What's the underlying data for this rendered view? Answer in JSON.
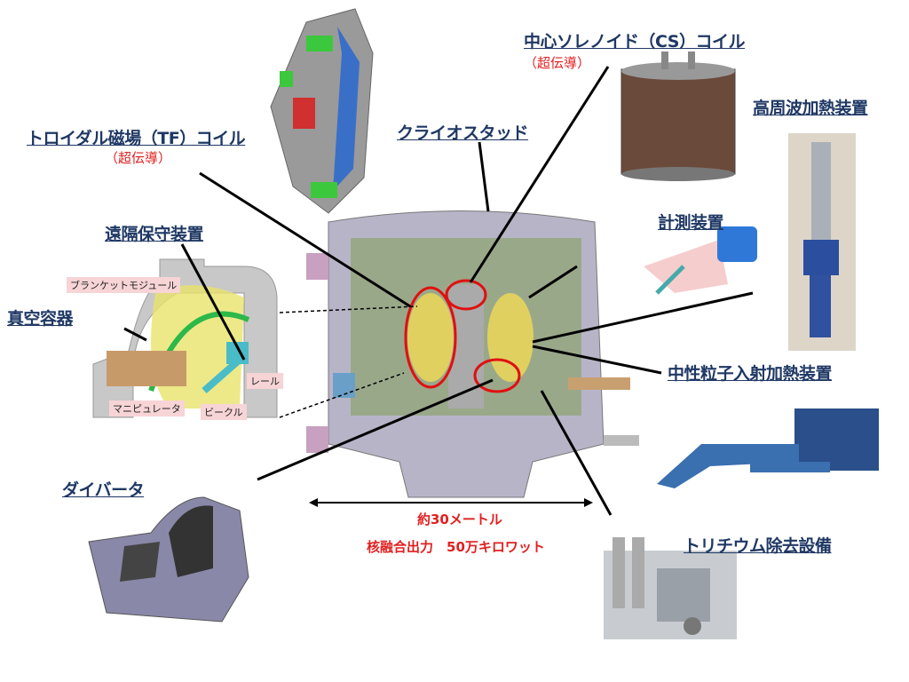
{
  "labels": {
    "cs_coil": "中心ソレノイド（CS）コイル",
    "cs_sub": "（超伝導）",
    "tf_coil": "トロイダル磁場（TF）コイル",
    "tf_sub": "（超伝導）",
    "cryostat": "クライオスタッド",
    "rf_heating": "高周波加熱装置",
    "diagnostics": "計測装置",
    "remote_handling": "遠隔保守装置",
    "vacuum_vessel": "真空容器",
    "nbi": "中性粒子入射加熱装置",
    "divertor": "ダイバータ",
    "tritium_plant": "トリチウム除去設備"
  },
  "inset_tags": {
    "blanket": "ブランケットモジュール",
    "rail": "レール",
    "manipulator": "マニピュレータ",
    "vehicle": "ビークル"
  },
  "specs": {
    "size": "約30メートル",
    "power": "核融合出力　50万キロワット"
  },
  "colors": {
    "label": "#1f3864",
    "accent": "#e02020"
  }
}
